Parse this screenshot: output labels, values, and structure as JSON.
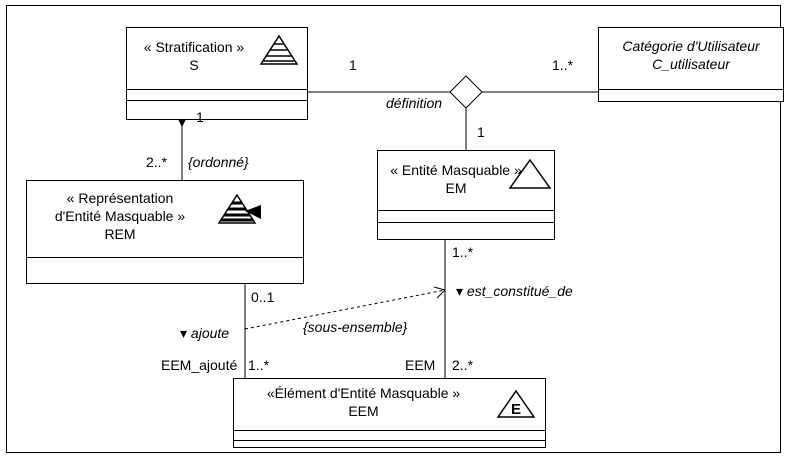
{
  "classes": {
    "stratification": {
      "stereotype": "« Stratification »",
      "name": "S"
    },
    "categorie": {
      "line1": "Catégorie d'Utilisateur",
      "line2": "C_utilisateur"
    },
    "rem": {
      "line1": "« Représentation",
      "line2": "d'Entité Masquable »",
      "line3": "REM"
    },
    "em": {
      "stereotype": "« Entité Masquable »",
      "name": "EM"
    },
    "eem": {
      "stereotype": "«Élément d'Entité Masquable »",
      "name": "EEM"
    }
  },
  "labels": {
    "strat_def_mult": "1",
    "cat_def_mult": "1..*",
    "definition": "définition",
    "em_def_mult": "1",
    "strat_rem_mult": "1",
    "rem_mult": "2..*",
    "ordonne": "{ordonné}",
    "em_eem_mult": "1..*",
    "est_constitue_de": "▾ est_constitué_de",
    "rem_eem_mult": "0..1",
    "ajoute": "▾ ajoute",
    "sous_ensemble": "{sous-ensemble}",
    "eem_ajoute_role": "EEM_ajouté",
    "eem_ajoute_mult": "1..*",
    "eem_role": "EEM",
    "eem_mult": "2..*"
  },
  "icons": {
    "stratification": "layered-triangle-icon",
    "rem": "layered-triangle-flag-icon",
    "em": "triangle-icon",
    "eem": "triangle-e-icon",
    "eem_letter": "E"
  }
}
